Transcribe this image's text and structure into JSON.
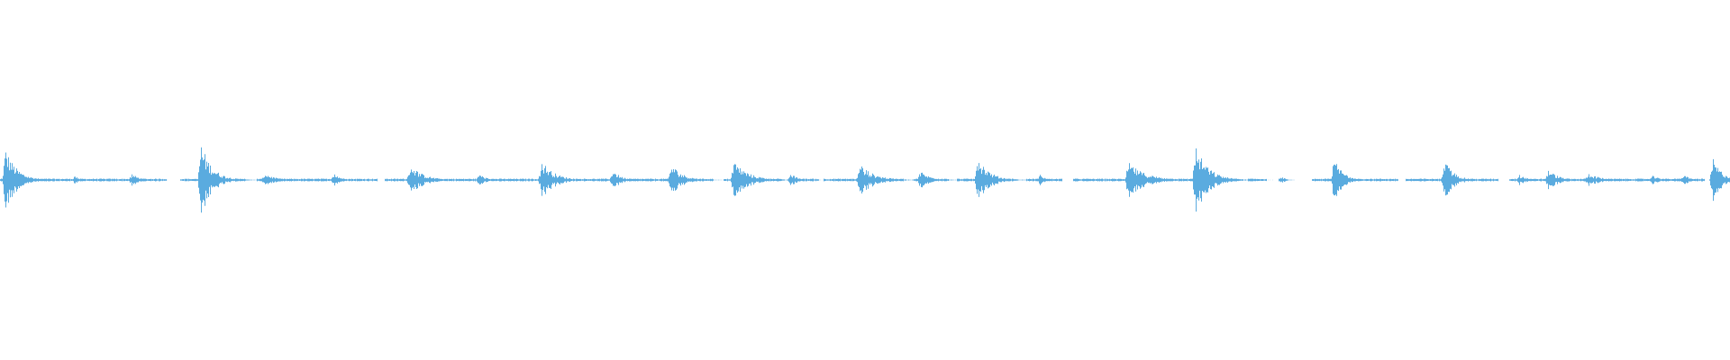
{
  "waveform": {
    "color": "#5aabdf",
    "background": "#ffffff",
    "events": [
      {
        "t": 0.003,
        "amp": 0.09,
        "dur": 0.014
      },
      {
        "t": 0.043,
        "amp": 0.012,
        "dur": 0.006
      },
      {
        "t": 0.076,
        "amp": 0.018,
        "dur": 0.01
      },
      {
        "t": 0.116,
        "amp": 0.105,
        "dur": 0.014
      },
      {
        "t": 0.153,
        "amp": 0.02,
        "dur": 0.012
      },
      {
        "t": 0.193,
        "amp": 0.02,
        "dur": 0.008
      },
      {
        "t": 0.237,
        "amp": 0.045,
        "dur": 0.016
      },
      {
        "t": 0.277,
        "amp": 0.018,
        "dur": 0.008
      },
      {
        "t": 0.313,
        "amp": 0.055,
        "dur": 0.016
      },
      {
        "t": 0.354,
        "amp": 0.03,
        "dur": 0.01
      },
      {
        "t": 0.388,
        "amp": 0.045,
        "dur": 0.014
      },
      {
        "t": 0.424,
        "amp": 0.055,
        "dur": 0.018
      },
      {
        "t": 0.457,
        "amp": 0.018,
        "dur": 0.008
      },
      {
        "t": 0.497,
        "amp": 0.045,
        "dur": 0.018
      },
      {
        "t": 0.532,
        "amp": 0.025,
        "dur": 0.012
      },
      {
        "t": 0.565,
        "amp": 0.07,
        "dur": 0.014
      },
      {
        "t": 0.601,
        "amp": 0.015,
        "dur": 0.006
      },
      {
        "t": 0.652,
        "amp": 0.05,
        "dur": 0.022
      },
      {
        "t": 0.691,
        "amp": 0.095,
        "dur": 0.016
      },
      {
        "t": 0.741,
        "amp": 0.01,
        "dur": 0.004
      },
      {
        "t": 0.771,
        "amp": 0.06,
        "dur": 0.012
      },
      {
        "t": 0.835,
        "amp": 0.055,
        "dur": 0.012
      },
      {
        "t": 0.878,
        "amp": 0.015,
        "dur": 0.01
      },
      {
        "t": 0.895,
        "amp": 0.03,
        "dur": 0.012
      },
      {
        "t": 0.918,
        "amp": 0.02,
        "dur": 0.014
      },
      {
        "t": 0.955,
        "amp": 0.012,
        "dur": 0.01
      },
      {
        "t": 0.973,
        "amp": 0.02,
        "dur": 0.006
      },
      {
        "t": 0.99,
        "amp": 0.06,
        "dur": 0.012
      }
    ],
    "segments": [
      [
        0.0,
        0.096
      ],
      [
        0.104,
        0.142
      ],
      [
        0.148,
        0.218
      ],
      [
        0.222,
        0.412
      ],
      [
        0.418,
        0.452
      ],
      [
        0.458,
        0.473
      ],
      [
        0.476,
        0.497
      ],
      [
        0.5,
        0.522
      ],
      [
        0.528,
        0.548
      ],
      [
        0.553,
        0.572
      ],
      [
        0.574,
        0.587
      ],
      [
        0.593,
        0.614
      ],
      [
        0.62,
        0.715
      ],
      [
        0.721,
        0.732
      ],
      [
        0.739,
        0.744
      ],
      [
        0.758,
        0.808
      ],
      [
        0.812,
        0.866
      ],
      [
        0.872,
        0.985
      ],
      [
        0.988,
        1.0
      ]
    ]
  }
}
